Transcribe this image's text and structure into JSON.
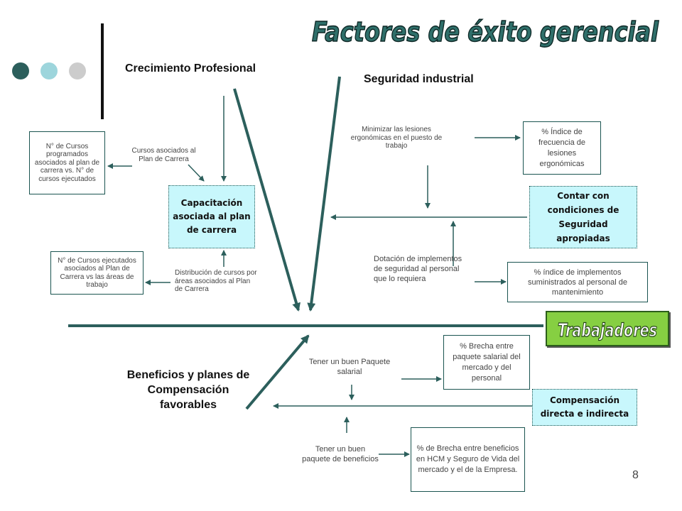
{
  "title": "Factores de éxito gerencial",
  "sections": {
    "crecimiento": "Crecimiento Profesional",
    "seguridad": "Seguridad industrial",
    "beneficios": "Beneficios y planes de Compensación favorables"
  },
  "boxes": {
    "cursos_programados": "N° de Cursos programados asociados al plan de carrera vs. N° de cursos ejecutados",
    "cursos_ejecutados": "N° de Cursos ejecutados asociados al Plan de Carrera vs las áreas de trabajo",
    "indice_frecuencia": "% Índice de frecuencia de lesiones ergonómicas",
    "indice_implementos": "% índice de implementos suministrados al personal de mantenimiento",
    "brecha_salarial": "% Brecha entre paquete salarial del mercado y del personal",
    "brecha_beneficios": "% de Brecha entre beneficios en HCM y Seguro de Vida del mercado y el de la Empresa."
  },
  "factors": {
    "capacitacion": "Capacitación asociada al plan de carrera",
    "condiciones": "Contar con condiciones de Seguridad apropiadas",
    "compensacion": "Compensación directa e indirecta"
  },
  "notes": {
    "cursos_asociados": "Cursos asociados al Plan de Carrera",
    "distribucion": "Distribución de cursos por áreas asociados al Plan de Carrera",
    "minimizar": "Minimizar las lesiones ergonómicas en el puesto de trabajo",
    "dotacion": "Dotación de implementos de seguridad al personal que lo requiera",
    "paquete_salarial": "Tener un buen Paquete salarial",
    "paquete_beneficios": "Tener un buen paquete de beneficios"
  },
  "effect": "Trabajadores",
  "page_number": "8",
  "colors": {
    "dark_teal": "#2c5f5c",
    "light_teal": "#9dd5dc",
    "light_gray": "#cccccc",
    "cyan_fill": "#c8f7fc",
    "green_fill": "#86cf42",
    "title_fill": "#2f6f6a"
  }
}
